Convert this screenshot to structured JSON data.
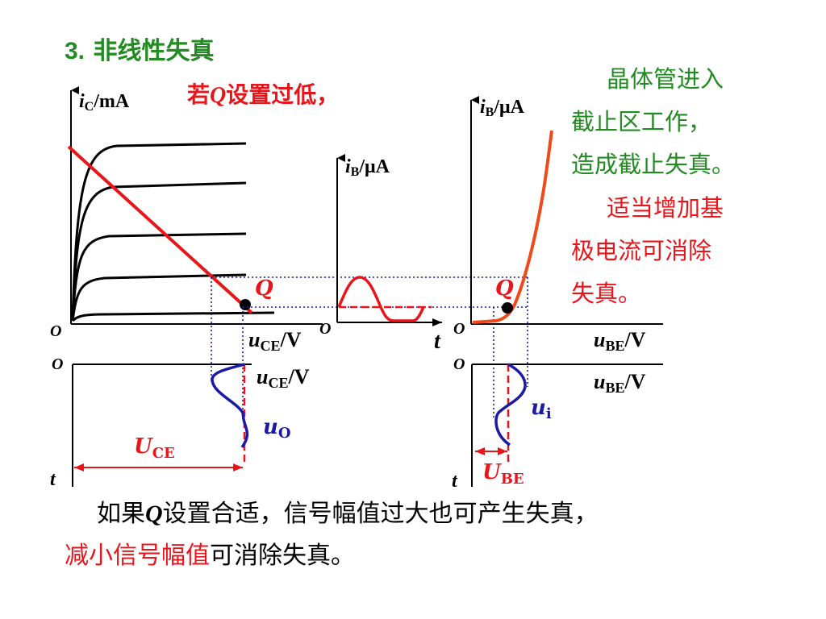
{
  "heading": {
    "number": "3.",
    "text": "非线性失真"
  },
  "condition": {
    "prefix": "若",
    "q": "Q",
    "suffix": "设置过低，"
  },
  "note_green": [
    "晶体管进入",
    "截止区工作，",
    "造成截止失真。"
  ],
  "note_red": [
    "适当增加基",
    "极电流可消除",
    "失真。"
  ],
  "bottom": {
    "line1_prefix": "如果",
    "line1_q": "Q",
    "line1_rest": "设置合适，信号幅值过大也可产生失真，",
    "line2_red": "减小信号幅值",
    "line2_rest": "可消除失真。"
  },
  "labels": {
    "ic_axis": "i",
    "ic_sub": "C",
    "ic_unit": "/mA",
    "ib_axis": "i",
    "ib_sub": "B",
    "ib_unit": "/μA",
    "uce": "u",
    "uce_sub": "CE",
    "uce_unit": "/V",
    "ube": "u",
    "ube_sub": "BE",
    "ube_unit": "/V",
    "origin": "O",
    "t": "t",
    "q": "Q",
    "uo": "u",
    "uo_sub": "O",
    "ui": "u",
    "ui_sub": "i",
    "UCE": "U",
    "UCE_sub": "CE",
    "UBE": "U",
    "UBE_sub": "BE"
  },
  "colors": {
    "title_green": "#228b22",
    "accent_red": "#e8151b",
    "signal_blue": "#1a1aa6",
    "curve_orange": "#f04a1a"
  }
}
